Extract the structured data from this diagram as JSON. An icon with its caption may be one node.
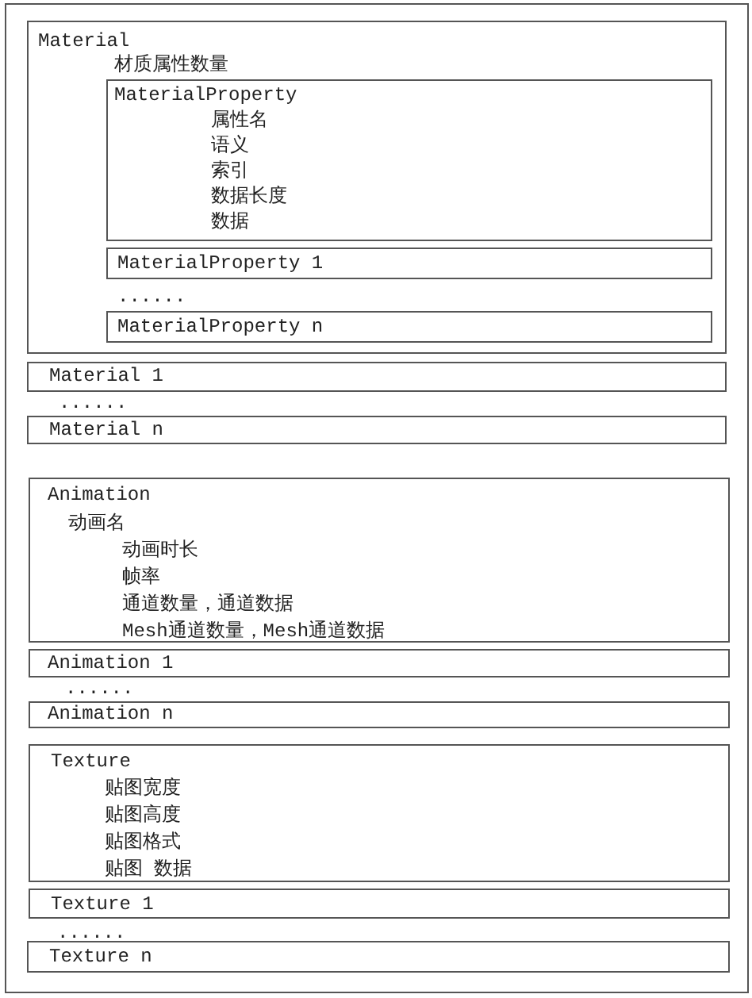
{
  "diagram": {
    "nodes": [
      {
        "text": [
          "......",
          "......",
          "......"
        ]
      },
      {
        "text": [
          "Material",
          "材质属性数量",
          "......"
        ],
        "in": 0
      },
      {
        "text": [
          "MaterialProperty",
          "属性名",
          "语义",
          "索引",
          "数据长度",
          "数据"
        ],
        "in": 1
      },
      {
        "text": [
          "MaterialProperty 1"
        ],
        "in": 1
      },
      {
        "text": [
          "MaterialProperty n"
        ],
        "in": 1
      },
      {
        "text": [
          "Material 1"
        ],
        "in": 0
      },
      {
        "text": [
          "Material n"
        ],
        "in": 0
      },
      {
        "text": [
          "Animation",
          "动画名",
          "动画时长",
          "帧率",
          "通道数量，通道数据",
          "Mesh通道数量，Mesh通道数据"
        ],
        "in": 0
      },
      {
        "text": [
          "Animation 1"
        ],
        "in": 0
      },
      {
        "text": [
          "Animation n"
        ],
        "in": 0
      },
      {
        "text": [
          "Texture",
          "贴图宽度",
          "贴图高度",
          "贴图格式",
          "贴图 数据"
        ],
        "in": 0
      },
      {
        "text": [
          "Texture 1"
        ],
        "in": 0
      },
      {
        "text": [
          "Texture n"
        ],
        "in": 0
      }
    ]
  }
}
